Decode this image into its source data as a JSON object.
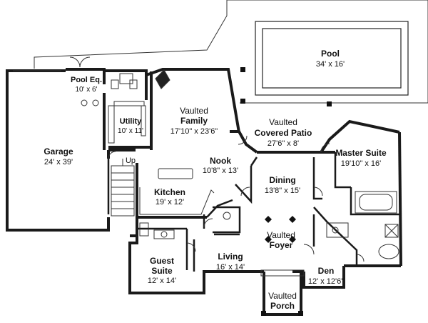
{
  "rooms": {
    "pool": {
      "name": "Pool",
      "dims": "34' x 16'"
    },
    "pool_eq": {
      "name": "Pool Eq.",
      "dims": "10' x 6'"
    },
    "utility": {
      "name": "Utility",
      "dims": "10' x 11'"
    },
    "family": {
      "qualifier": "Vaulted",
      "name": "Family",
      "dims": "17'10\" x 23'6\""
    },
    "covered_patio": {
      "qualifier": "Vaulted",
      "name": "Covered Patio",
      "dims": "27'6\" x 8'"
    },
    "master_suite": {
      "name": "Master Suite",
      "dims": "19'10\" x 16'"
    },
    "garage": {
      "name": "Garage",
      "dims": "24' x 39'"
    },
    "nook": {
      "name": "Nook",
      "dims": "10'8\" x 13'"
    },
    "dining": {
      "name": "Dining",
      "dims": "13'8\" x 15'"
    },
    "kitchen": {
      "name": "Kitchen",
      "dims": "19' x 12'"
    },
    "foyer": {
      "qualifier": "Vaulted",
      "name": "Foyer"
    },
    "living": {
      "name": "Living",
      "dims": "16' x 14'"
    },
    "guest_suite": {
      "name_line1": "Guest",
      "name_line2": "Suite",
      "dims": "12' x 14'"
    },
    "den": {
      "name": "Den",
      "dims": "12' x 12'6\""
    },
    "porch": {
      "qualifier": "Vaulted",
      "name": "Porch"
    }
  },
  "stair_label": "Up",
  "colors": {
    "wall": "#1a1a1a",
    "background": "#ffffff"
  }
}
